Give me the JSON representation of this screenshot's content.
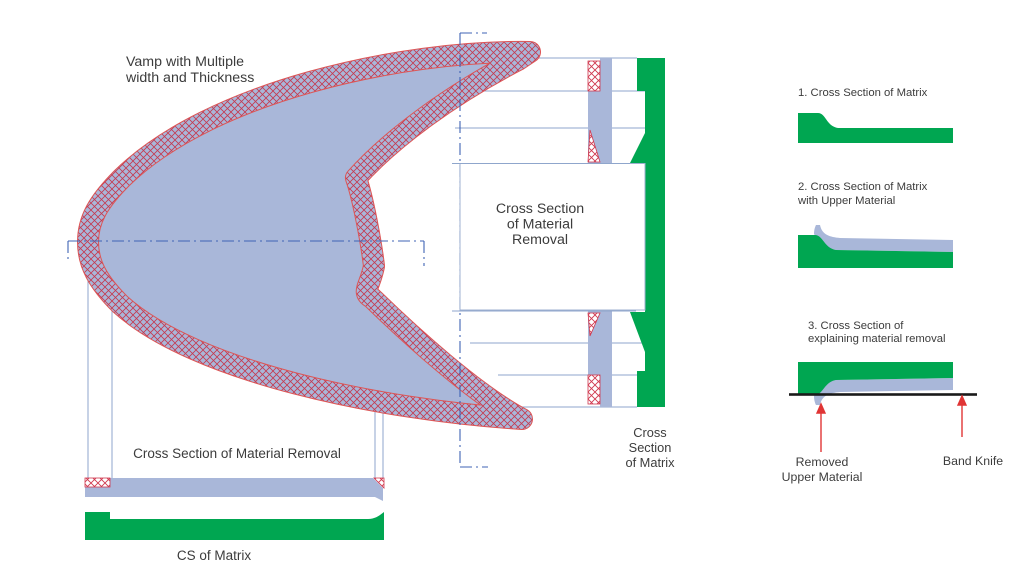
{
  "labels": {
    "vamp_line1": "Vamp with Multiple",
    "vamp_line2": "width and Thickness",
    "box_line1": "Cross Section",
    "box_line2": "of Material",
    "box_line3": "Removal",
    "matrix_cs_line1": "Cross",
    "matrix_cs_line2": "Section",
    "matrix_cs_line3": "of Matrix",
    "bottom_cs": "Cross Section of Material Removal",
    "bottom_matrix": "CS of Matrix",
    "step1": "1. Cross Section of Matrix",
    "step2_line1": "2. Cross Section of Matrix",
    "step2_line2": "with Upper Material",
    "step3_line1": "3. Cross Section of",
    "step3_line2": "explaining material removal",
    "removed_line1": "Removed",
    "removed_line2": "Upper Material",
    "band_knife": "Band Knife"
  },
  "colors": {
    "matrix_green": "#00a651",
    "upper_material_blue": "#a9b7d9",
    "hatch_red": "#c43a50",
    "band_edge_red": "#dd5555",
    "projection_line_blue": "#8fa6cc",
    "centerline_blue": "#3f63b5",
    "arrow_red": "#e03535",
    "knife_black": "#1a1a1a",
    "text_gray": "#3c3c3c",
    "background": "#ffffff"
  }
}
